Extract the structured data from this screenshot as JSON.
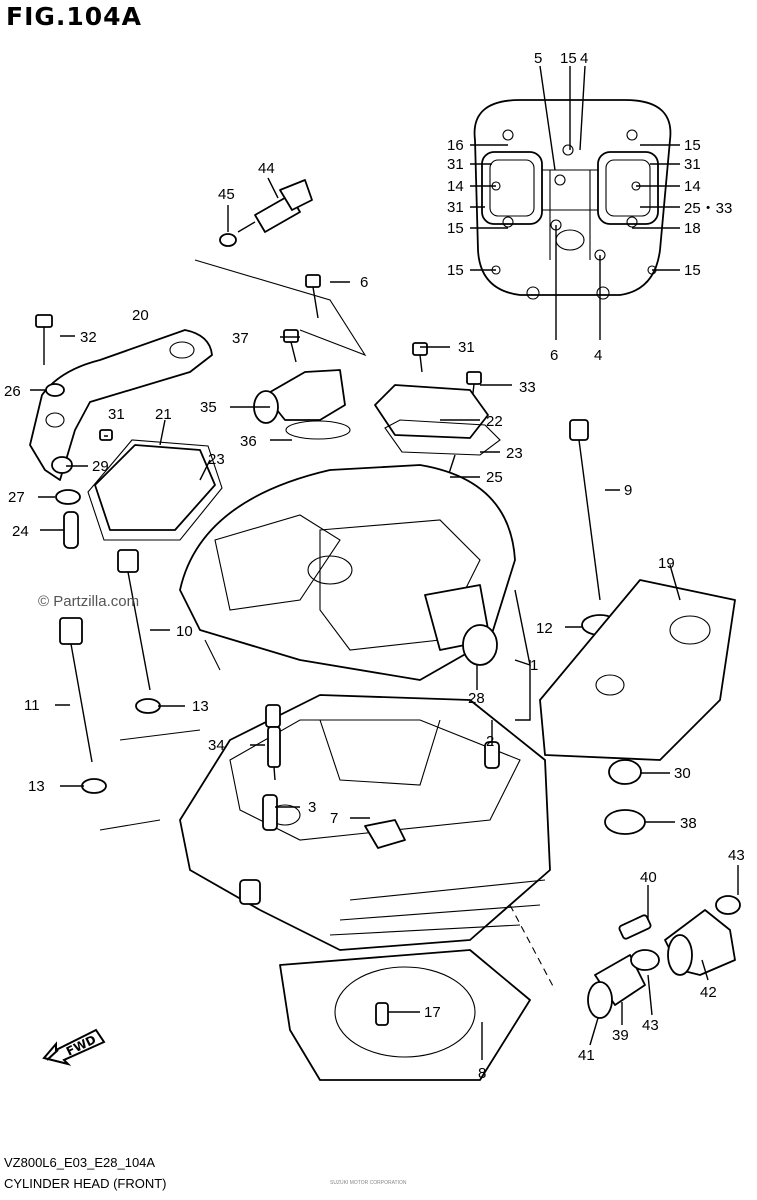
{
  "figure_title": "FIG.104A",
  "footer_code": "VZ800L6_E03_E28_104A",
  "footer_name": "CYLINDER HEAD (FRONT)",
  "watermark": "© Partzilla.com",
  "fwd_label": "FWD",
  "small_print": "SUZUKI MOTOR CORPORATION",
  "callouts": {
    "c5": "5",
    "c15a": "15",
    "c4a": "4",
    "c16": "16",
    "c15b": "15",
    "c31a": "31",
    "c31b": "31",
    "c14a": "14",
    "c14b": "14",
    "c31c": "31",
    "c25_33": "25・33",
    "c15c": "15",
    "c18": "18",
    "c15d": "15",
    "c15e": "15",
    "c6a": "6",
    "c4b": "4",
    "c44": "44",
    "c45": "45",
    "c6b": "6",
    "c20": "20",
    "c32": "32",
    "c37": "37",
    "c31d": "31",
    "c33": "33",
    "c26": "26",
    "c35": "35",
    "c22": "22",
    "c31e": "31",
    "c21": "21",
    "c36": "36",
    "c23a": "23",
    "c23b": "23",
    "c29": "29",
    "c25": "25",
    "c27": "27",
    "c9": "9",
    "c24": "24",
    "c19": "19",
    "c10": "10",
    "c12": "12",
    "c1": "1",
    "c11": "11",
    "c28": "28",
    "c13a": "13",
    "c2": "2",
    "c34": "34",
    "c30": "30",
    "c13b": "13",
    "c3": "3",
    "c7": "7",
    "c38": "38",
    "c43a": "43",
    "c40": "40",
    "c42": "42",
    "c17": "17",
    "c43b": "43",
    "c41": "41",
    "c39": "39",
    "c8": "8"
  }
}
